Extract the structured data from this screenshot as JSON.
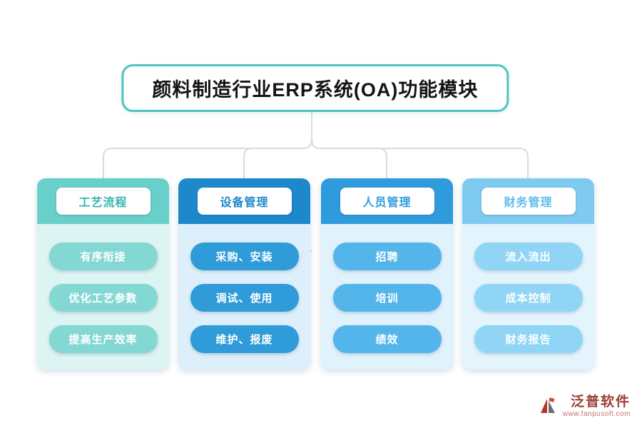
{
  "title": "颜料制造行业ERP系统(OA)功能模块",
  "columns": [
    {
      "header": "工艺流程",
      "items": [
        "有序衔接",
        "优化工艺参数",
        "提高生产效率"
      ],
      "colors": {
        "top": "#69CFCA",
        "body": "#DCF4F2",
        "pill": "#84D8D4",
        "header_text": "#35B5AF"
      }
    },
    {
      "header": "设备管理",
      "items": [
        "采购、安装",
        "调试、使用",
        "维护、报废"
      ],
      "colors": {
        "top": "#1E88CD",
        "body": "#DDEFFA",
        "pill": "#2F9BD8",
        "header_text": "#1E88CD"
      }
    },
    {
      "header": "人员管理",
      "items": [
        "招聘",
        "培训",
        "绩效"
      ],
      "colors": {
        "top": "#2F9BDD",
        "body": "#E0F2FC",
        "pill": "#54B5EA",
        "header_text": "#2F9BDD"
      }
    },
    {
      "header": "财务管理",
      "items": [
        "流入流出",
        "成本控制",
        "财务报告"
      ],
      "colors": {
        "top": "#7ECAF0",
        "body": "#E4F4FD",
        "pill": "#90D5F6",
        "header_text": "#5FBCEC"
      }
    }
  ],
  "connector_color": "#D4DDE4",
  "watermark": "泛普软件",
  "branding": {
    "name": "泛普软件",
    "url": "www.fanpusoft.com"
  }
}
